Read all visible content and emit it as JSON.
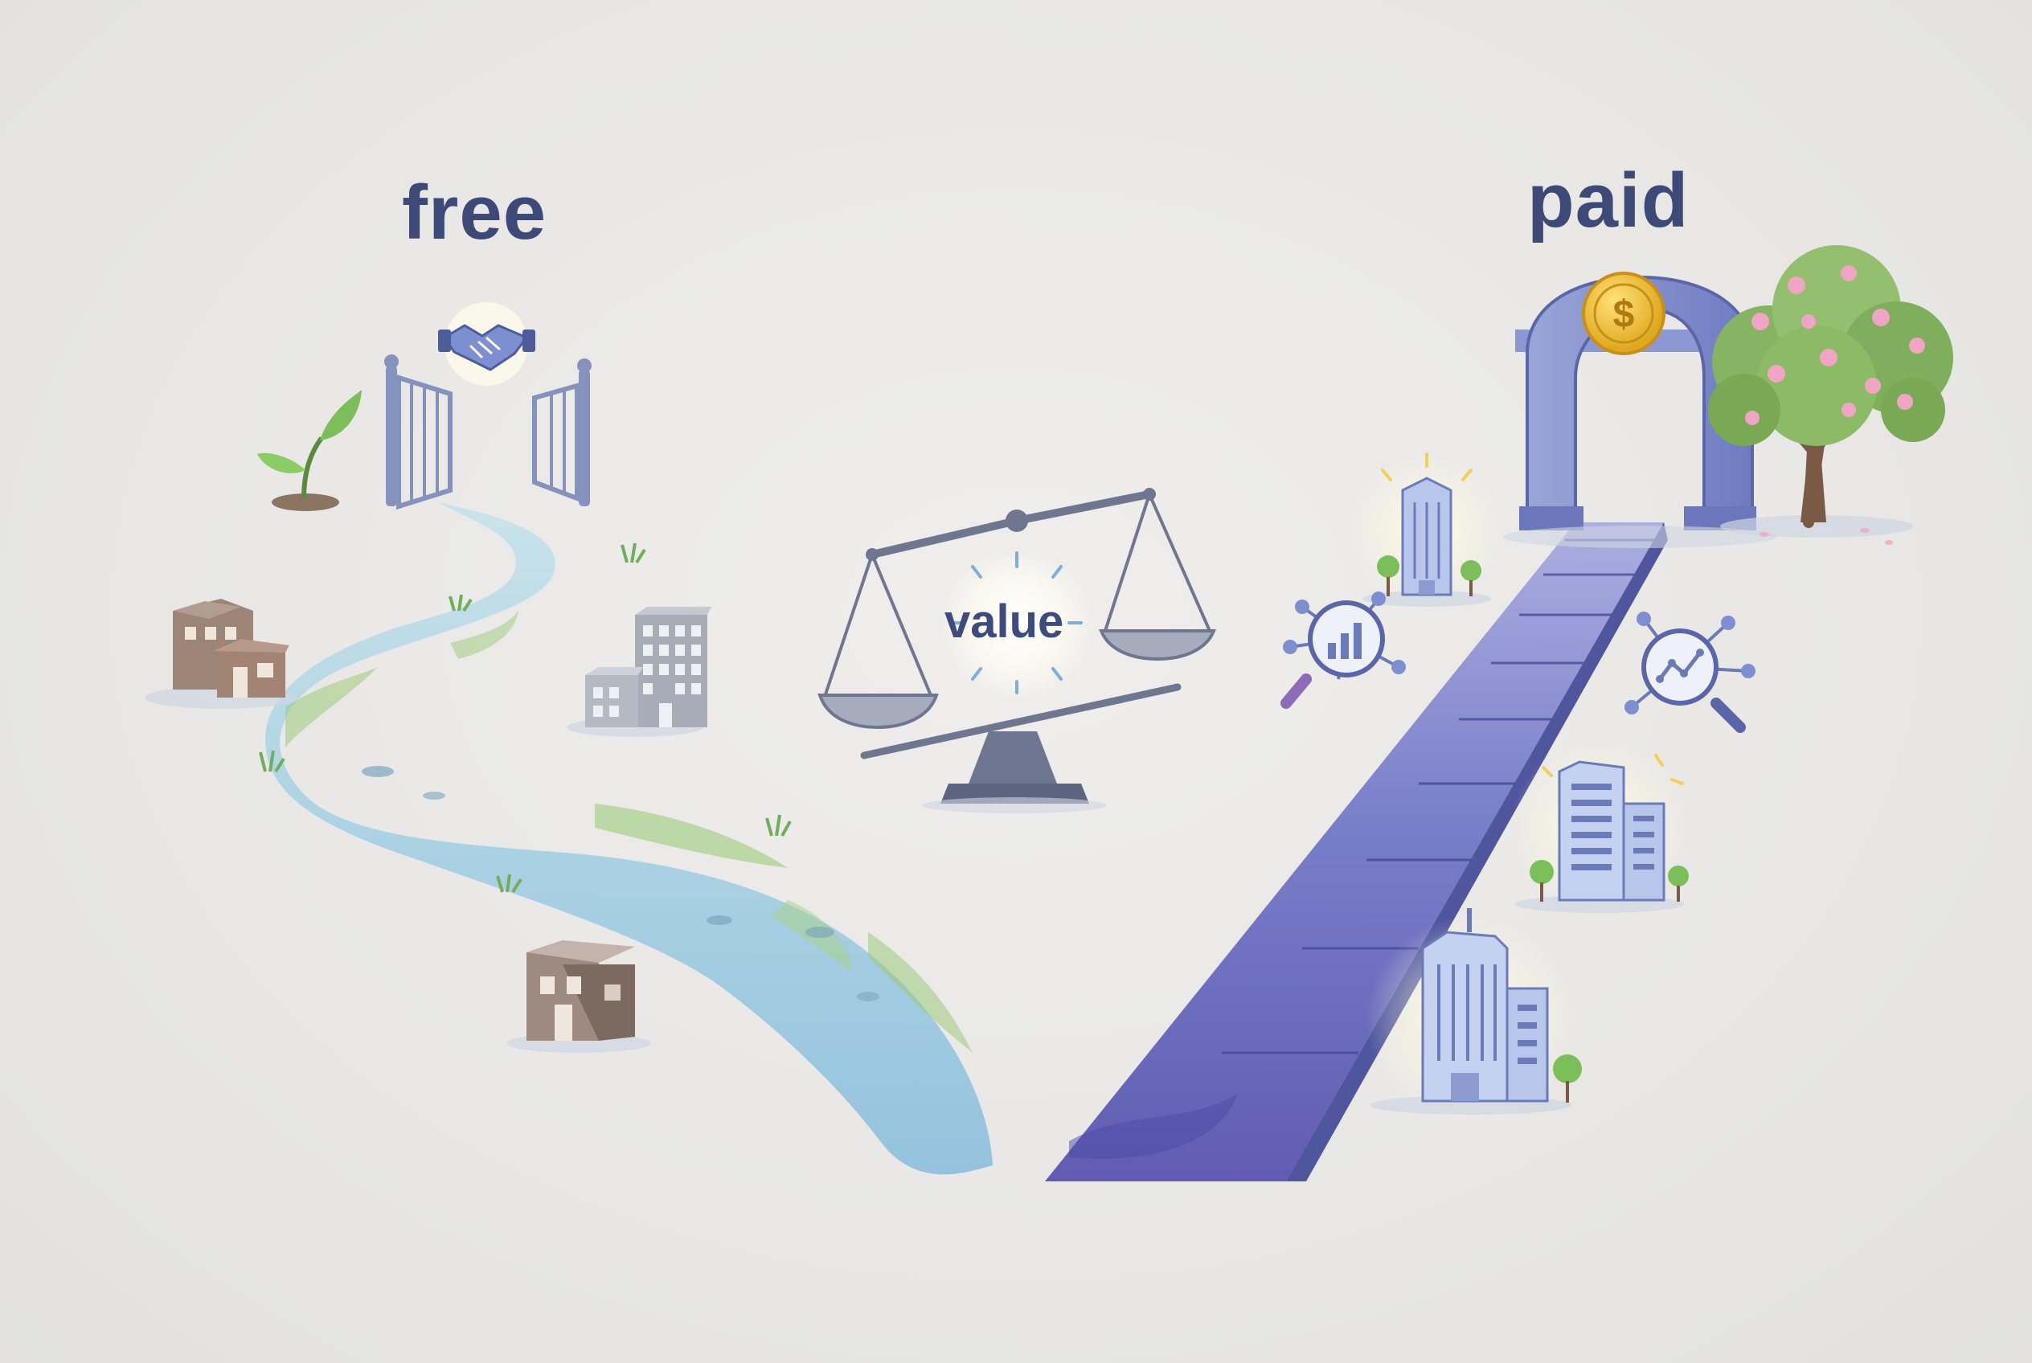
{
  "labels": {
    "free": "free",
    "paid": "paid",
    "value": "value"
  },
  "colors": {
    "background": "#e9e8e6",
    "label_text": "#3d4a78",
    "river_water": "#a9cfe0",
    "river_grass": "#9ccb7a",
    "paid_path": "#5d63b8",
    "arch": "#7f8cc9",
    "coin": "#f2c23a",
    "scale_metal": "#6f7690",
    "tree_blossom": "#f0a5c5"
  },
  "icons": [
    "handshake-icon",
    "dollar-coin-icon",
    "sprout-icon",
    "open-gate-icon",
    "stone-arch-icon",
    "balance-scale-icon",
    "bar-chart-magnifier-icon",
    "line-chart-magnifier-icon",
    "blossom-tree-icon",
    "small-building-icon",
    "office-tower-icon"
  ]
}
